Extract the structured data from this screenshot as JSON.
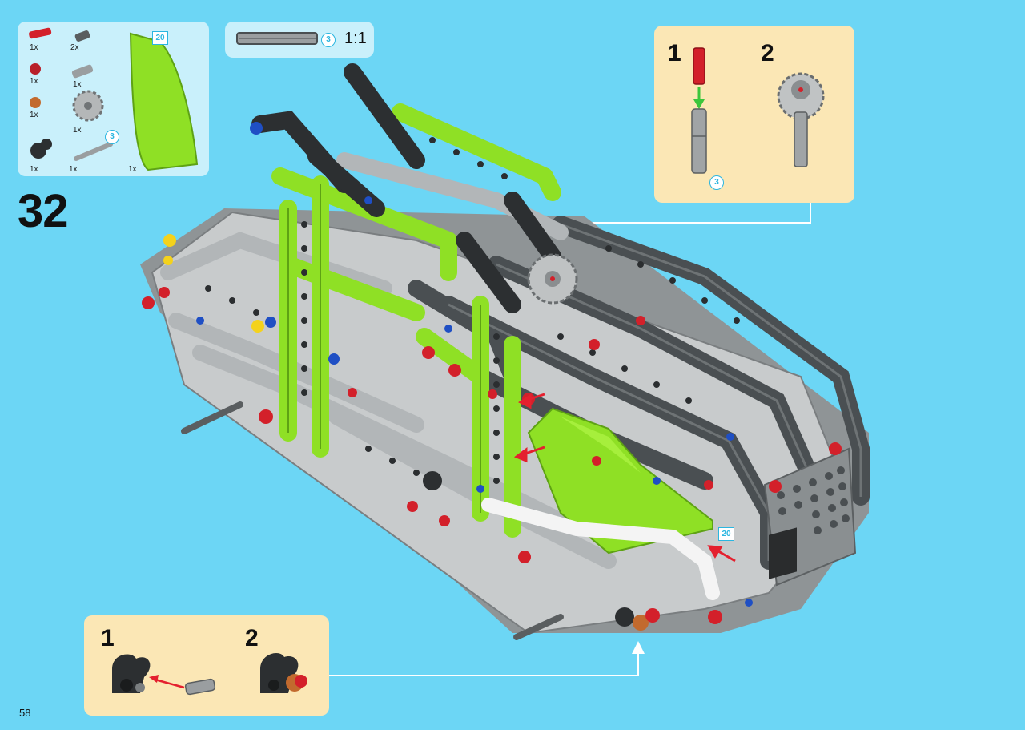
{
  "parts_list": {
    "items": [
      {
        "qty": "1x",
        "icon": "red-pin-icon"
      },
      {
        "qty": "2x",
        "icon": "gray-bush-icon"
      },
      {
        "qty": "1x",
        "icon": "red-bush-icon"
      },
      {
        "qty": "1x",
        "icon": "gray-axle-pin-icon"
      },
      {
        "qty": "1x",
        "icon": "orange-bush-icon"
      },
      {
        "qty": "1x",
        "icon": "gear-icon"
      },
      {
        "qty": "1x",
        "icon": "black-connector-icon"
      },
      {
        "qty": "1x",
        "icon": "axle-icon"
      },
      {
        "qty": "1x",
        "icon": "lime-panel-icon"
      }
    ],
    "axle_length_badge": "3",
    "panel_badge": "20"
  },
  "scale_box": {
    "badge": "3",
    "label": "1:1"
  },
  "step": {
    "number": "32",
    "callout_badge": "20"
  },
  "sub_assembly_top": {
    "steps": [
      "1",
      "2"
    ],
    "badge": "3"
  },
  "sub_assembly_bottom": {
    "steps": [
      "1",
      "2"
    ]
  },
  "page": {
    "number": "58"
  },
  "colors": {
    "background": "#6cd6f5",
    "panel_light": "#c9f0fb",
    "callout": "#fbe7b5",
    "lime": "#8fe025",
    "dark_gray": "#4a4f52",
    "light_gray": "#c8cbcc",
    "red": "#d3202a"
  }
}
